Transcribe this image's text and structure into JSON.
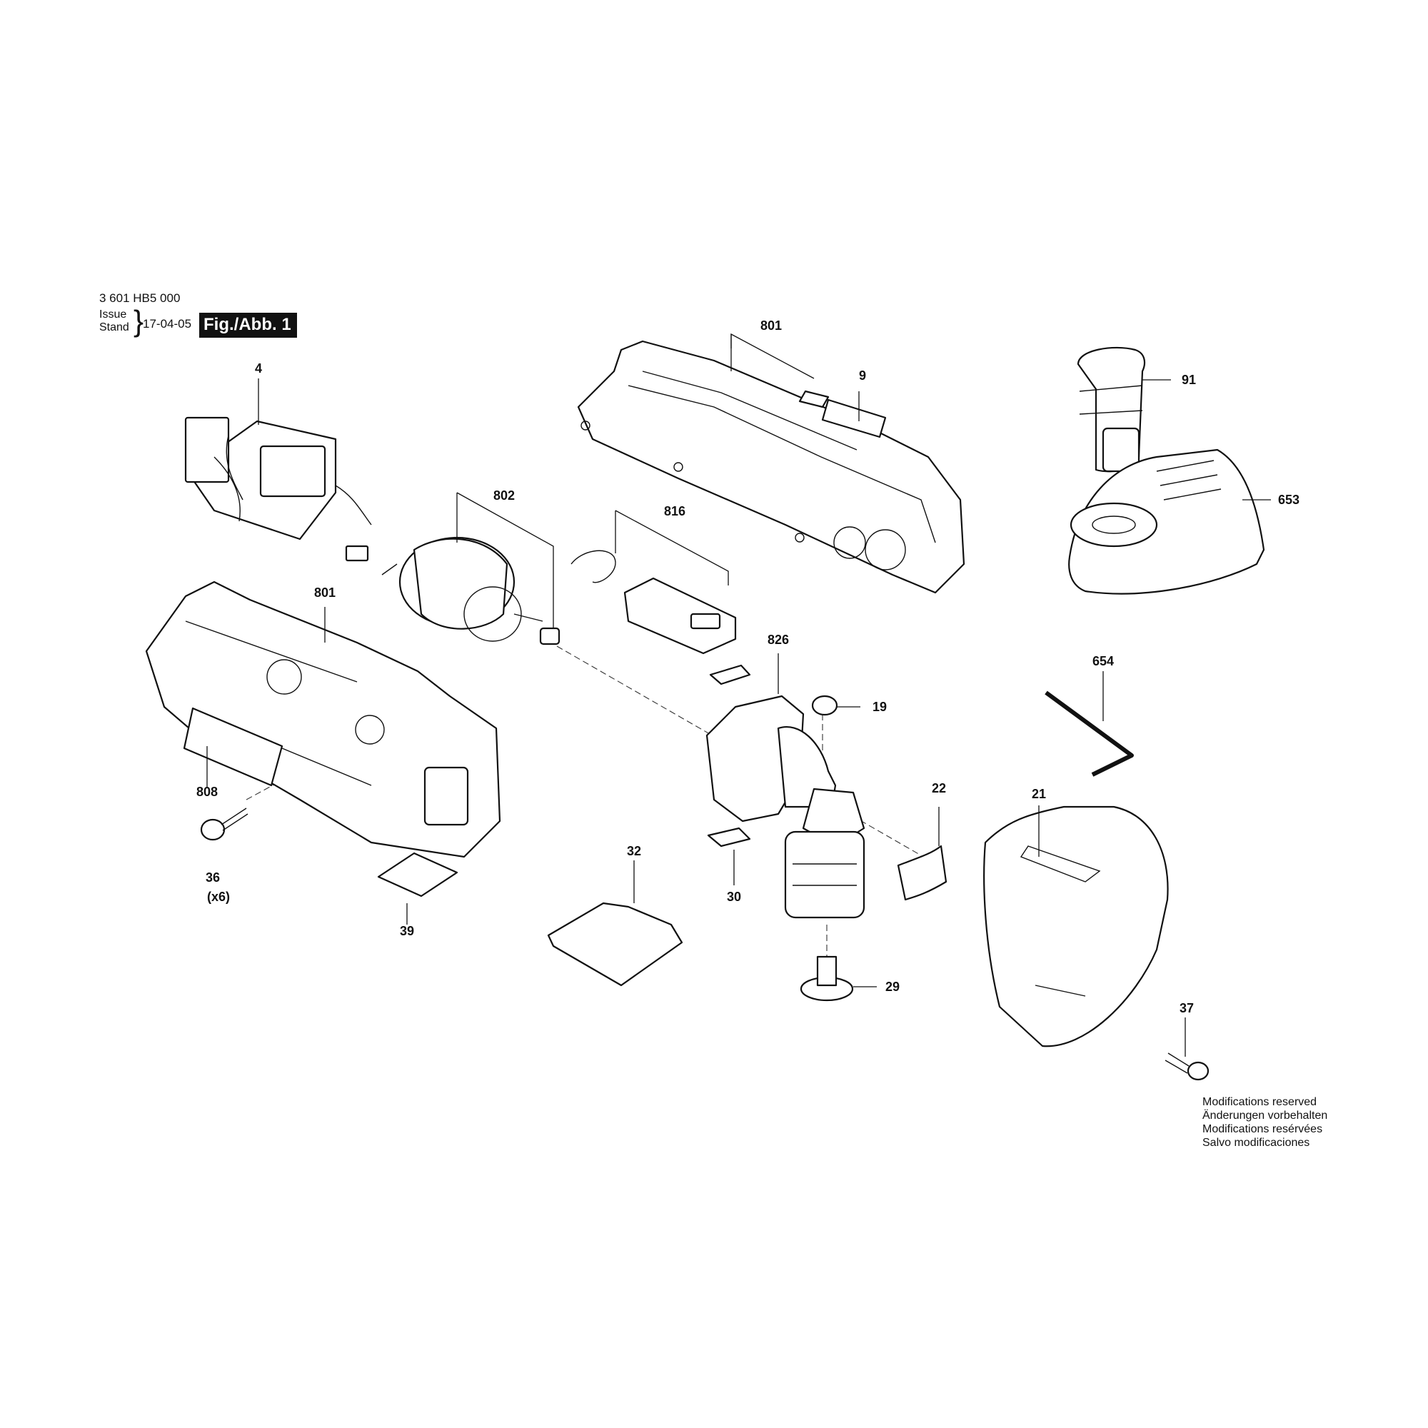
{
  "header": {
    "document_number": "3 601 HB5 000",
    "issue_label": "Issue",
    "stand_label": "Stand",
    "brace": "}",
    "issue_date": "17-04-05",
    "figure_badge": "Fig./Abb. 1"
  },
  "callouts": {
    "switch_module": "4",
    "housing_top": "801",
    "label_plate": "9",
    "battery": "91",
    "charger": "653",
    "motor": "802",
    "electronics": "816",
    "housing_left": "801",
    "gear_head": "826",
    "cap": "19",
    "hex_key": "654",
    "nameplate": "808",
    "screw": "36",
    "screw_qty": "(x6)",
    "sticker": "39",
    "guard": "32",
    "retainer_clip": "30",
    "lever": "22",
    "cover": "21",
    "clamp_bolt": "29",
    "cover_screw": "37"
  },
  "footer": {
    "lines": [
      "Modifications reserved",
      "Änderungen vorbehalten",
      "Modifications resérvées",
      "Salvo modificaciones"
    ]
  }
}
